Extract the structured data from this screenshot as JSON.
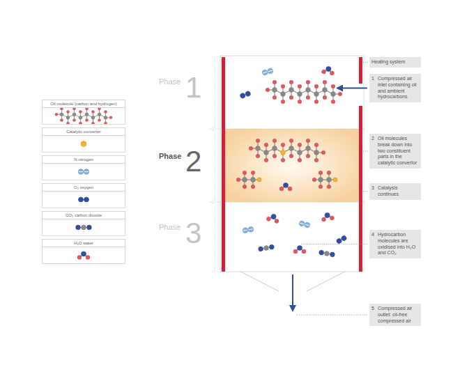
{
  "diagram": {
    "nodes": [
      {
        "text": [
          "Heating system"
        ]
      },
      {
        "text": [
          "1",
          "Compressed air inlet containing oil and ambient hydrocarbons"
        ]
      },
      {
        "text": [
          "2",
          "Oil molecules break down into two constituent parts in the catalytic convertor"
        ]
      },
      {
        "text": [
          "3",
          "Catalysis continues"
        ]
      },
      {
        "text": [
          "4",
          "Hydrocarbon molecules are oxidised into H₂O and CO₂"
        ]
      },
      {
        "text": [
          "5",
          "Compressed air outlet: oil-free compressed air"
        ]
      }
    ],
    "labels": [
      "Phase",
      "1",
      "Phase",
      "2",
      "Phase",
      "3"
    ],
    "legend": [
      {
        "text": "Oil molecule (carbon and hydrogen)"
      },
      {
        "text": "Catalytic converter"
      },
      {
        "text": "N nitrogen"
      },
      {
        "text": "O₂ oxygen"
      },
      {
        "text": "CO₂ carbon dioxide"
      },
      {
        "text": "H₂O water"
      }
    ]
  }
}
